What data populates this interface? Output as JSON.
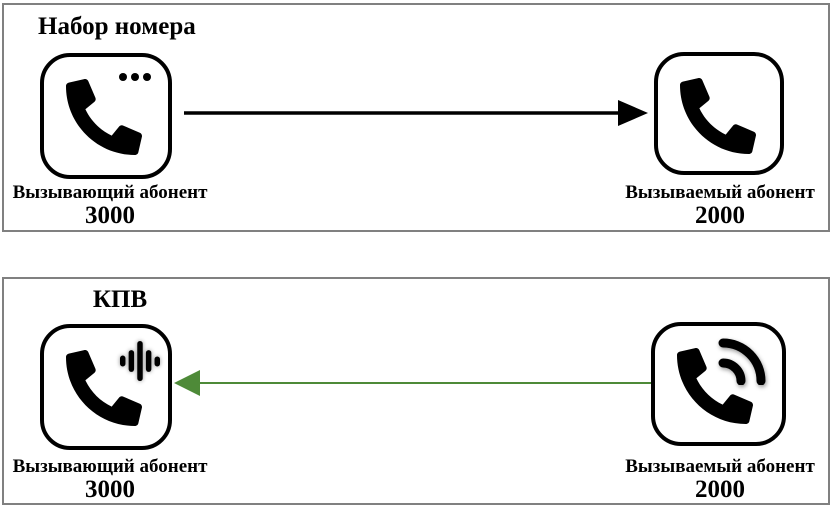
{
  "colors": {
    "background": "#ffffff",
    "panel_border": "#808080",
    "icon_color": "#000000",
    "text_color": "#000000",
    "forward_arrow": "#000000",
    "backward_arrow": "#4e8a38"
  },
  "panels": [
    {
      "title": "Набор номера",
      "caller": {
        "label": "Вызывающий абонент",
        "number": "3000",
        "icon": "phone-icon",
        "badge": "dialing-dots-icon"
      },
      "callee": {
        "label": "Вызываемый абонент",
        "number": "2000",
        "icon": "phone-icon",
        "badge": null
      },
      "arrow": {
        "direction": "right",
        "from": "3000",
        "to": "2000",
        "color": "#000000"
      }
    },
    {
      "title": "КПВ",
      "caller": {
        "label": "Вызывающий абонент",
        "number": "3000",
        "icon": "phone-icon",
        "badge": "audio-waveform-icon"
      },
      "callee": {
        "label": "Вызываемый абонент",
        "number": "2000",
        "icon": "phone-icon",
        "badge": "ringing-waves-icon"
      },
      "arrow": {
        "direction": "left",
        "from": "2000",
        "to": "3000",
        "color": "#4e8a38"
      }
    }
  ]
}
